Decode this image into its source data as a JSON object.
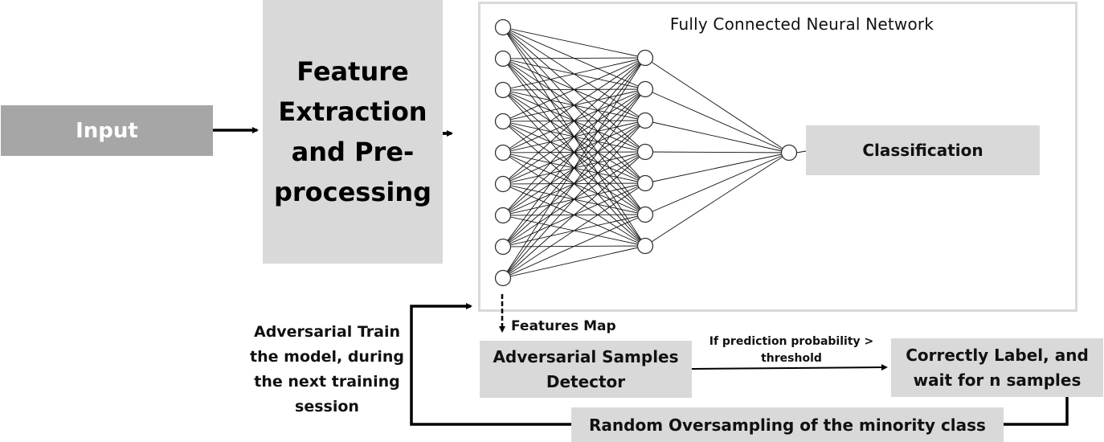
{
  "input": {
    "label": "Input"
  },
  "feature": {
    "label": "Feature Extraction and Pre-processing"
  },
  "network": {
    "title": "Fully Connected Neural Network",
    "input_nodes": 9,
    "hidden_nodes": 7,
    "output_nodes": 1
  },
  "classification": {
    "label": "Classification"
  },
  "features_map": {
    "label": "Features Map"
  },
  "detector": {
    "label": "Adversarial Samples Detector"
  },
  "condition": {
    "label": "If prediction probability > threshold"
  },
  "correct_label": {
    "label": "Correctly Label, and wait for n samples"
  },
  "oversampling": {
    "label": "Random Oversampling of the minority class"
  },
  "adversarial_train": {
    "label": "Adversarial Train the model, during the next training session"
  }
}
